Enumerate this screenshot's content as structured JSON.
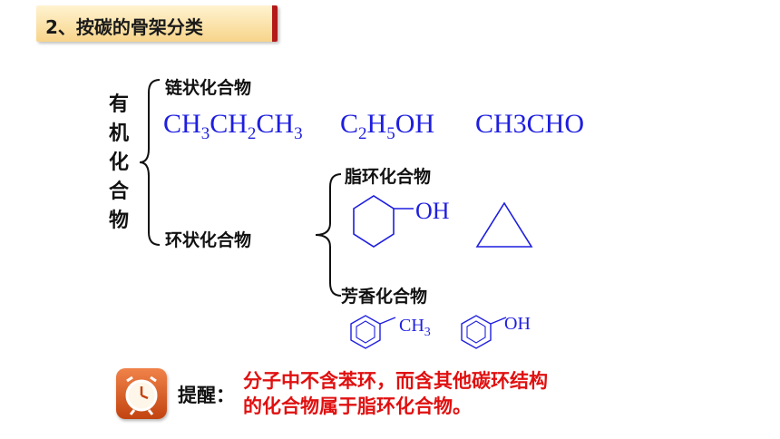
{
  "title": "2、按碳的骨架分类",
  "root_label": "有机化合物",
  "chain": {
    "label": "链状化合物",
    "formulas": [
      {
        "parts": [
          "CH",
          "3",
          "CH",
          "2",
          "CH",
          "3"
        ]
      },
      {
        "parts": [
          "C",
          "2",
          "H",
          "5",
          "OH"
        ]
      },
      {
        "text": "CH3CHO"
      }
    ]
  },
  "ring": {
    "label": "环状化合物",
    "alicyclic": {
      "label": "脂环化合物",
      "oh": "OH"
    },
    "aromatic": {
      "label": "芳香化合物",
      "ch": "CH",
      "ch_sub": "3",
      "oh": "OH"
    }
  },
  "reminder": {
    "label": "提醒：",
    "line1": "分子中不含苯环，而含其他碳环结构",
    "line2": "的化合物属于脂环化合物。"
  },
  "colors": {
    "formula": "#1e1ee0",
    "reminder": "#e01010",
    "accent": "#b21a1a"
  }
}
